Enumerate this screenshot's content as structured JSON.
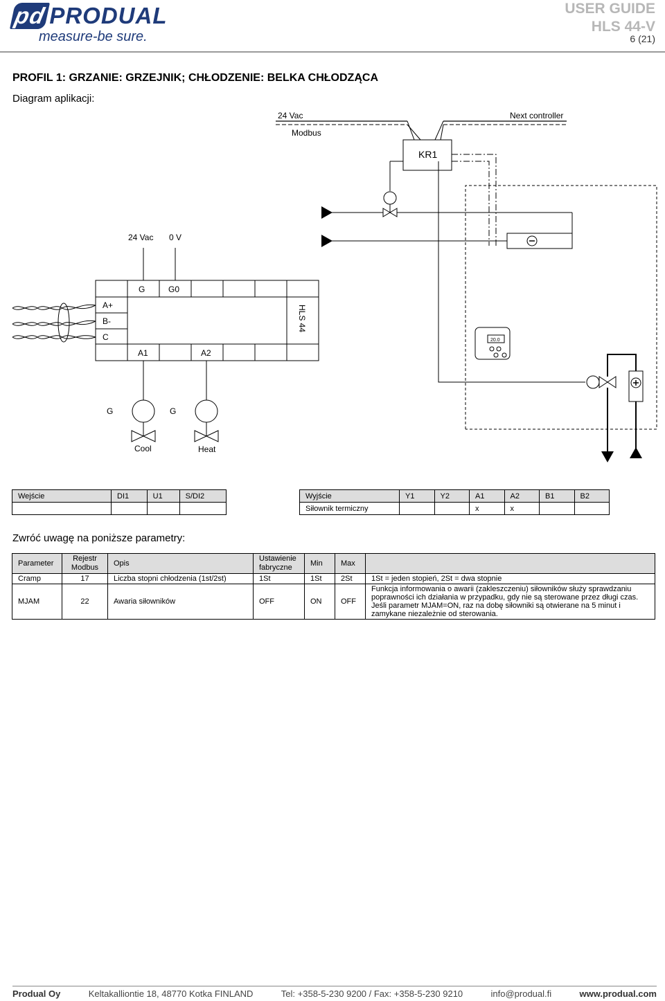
{
  "header": {
    "brand": "PRODUAL",
    "brand_mark": "pd",
    "tagline": "measure-be sure.",
    "guide_label": "USER GUIDE",
    "model": "HLS 44-V",
    "page": "6 (21)"
  },
  "section_title": "PROFIL 1: GRZANIE: GRZEJNIK; CHŁODZENIE: BELKA CHŁODZĄCA",
  "diagram_label": "Diagram aplikacji:",
  "diagram": {
    "supply_24vac": "24 Vac",
    "modbus": "Modbus",
    "next_controller": "Next controller",
    "kr1": "KR1",
    "power_24vac": "24 Vac",
    "power_0v": "0 V",
    "term_g": "G",
    "term_g0": "G0",
    "term_a_plus": "A+",
    "term_b_minus": "B-",
    "term_c": "C",
    "term_a1": "A1",
    "term_a2": "A2",
    "device": "HLS 44",
    "act_g1": "G",
    "act_g2": "G",
    "cool": "Cool",
    "heat": "Heat",
    "minus": "−",
    "plus": "+",
    "display_value": "20.0"
  },
  "io_inputs": {
    "header": [
      "Wejście",
      "DI1",
      "U1",
      "S/DI2"
    ],
    "row": [
      "",
      "",
      "",
      ""
    ]
  },
  "io_outputs": {
    "header": [
      "Wyjście",
      "Y1",
      "Y2",
      "A1",
      "A2",
      "B1",
      "B2"
    ],
    "row": [
      "Siłownik termiczny",
      "",
      "",
      "x",
      "x",
      "",
      ""
    ]
  },
  "note": "Zwróć uwagę na poniższe parametry:",
  "params": {
    "header": {
      "parameter": "Parameter",
      "register_1": "Rejestr",
      "register_2": "Modbus",
      "description": "Opis",
      "default_1": "Ustawienie",
      "default_2": "fabryczne",
      "min": "Min",
      "max": "Max",
      "comment": ""
    },
    "rows": [
      {
        "parameter": "Cramp",
        "register": "17",
        "description": "Liczba stopni chłodzenia (1st/2st)",
        "default": "1St",
        "min": "1St",
        "max": "2St",
        "comment": "1St = jeden stopień, 2St = dwa stopnie"
      },
      {
        "parameter": "MJAM",
        "register": "22",
        "description": "Awaria siłowników",
        "default": "OFF",
        "min": "ON",
        "max": "OFF",
        "comment": "Funkcja informowania o awarii (zakleszczeniu) siłowników służy sprawdzaniu poprawności ich działania w przypadku, gdy nie są sterowane przez długi czas. Jeśli parametr MJAM=ON, raz na dobę siłowniki są otwierane na 5 minut i zamykane niezależnie od sterowania."
      }
    ]
  },
  "footer": {
    "company": "Produal Oy",
    "address": "Keltakalliontie 18, 48770 Kotka FINLAND",
    "phone": "Tel: +358-5-230 9200 / Fax: +358-5-230 9210",
    "email": "info@produal.fi",
    "web": "www.produal.com"
  }
}
